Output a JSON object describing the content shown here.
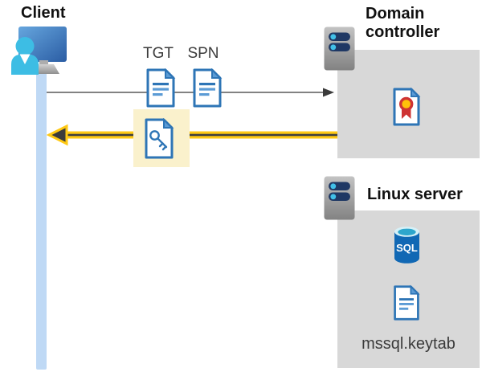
{
  "client": {
    "label": "Client"
  },
  "flow": {
    "tgt_label": "TGT",
    "spn_label": "SPN"
  },
  "domain_controller": {
    "label": "Domain controller"
  },
  "linux_server": {
    "label": "Linux server",
    "sql_text": "SQL",
    "keytab_label": "mssql.keytab"
  },
  "colors": {
    "accent_yellow": "#FFC913",
    "highlight_cream": "#FAF1CC",
    "lifeline_blue": "#BFD9F5",
    "document_blue": "#2E75B6",
    "document_fold_blue": "#5B9BD5",
    "zone_gray": "#D8D8D8",
    "arrow_gray": "#595959",
    "arrowhead_dark": "#3B3B3B",
    "server_bar_navy": "#1F3864",
    "server_dot_cyan": "#41C0E8",
    "sql_body_blue": "#1168B4",
    "sql_top_teal": "#2DA6CC",
    "certificate_red": "#CE3333",
    "certificate_yellow": "#FFC10A",
    "person_cyan": "#3DBDE4"
  }
}
